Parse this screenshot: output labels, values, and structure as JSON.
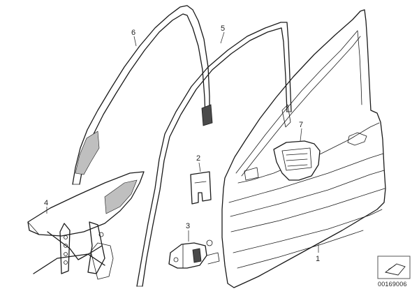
{
  "callouts": {
    "p1": "1",
    "p2": "2",
    "p3": "3",
    "p4": "4",
    "p5": "5",
    "p6": "6",
    "p7": "7"
  },
  "diagram_id": "00169006",
  "colors": {
    "line": "#1a1a1a",
    "background": "#ffffff",
    "shade": "#bfbfbf"
  }
}
